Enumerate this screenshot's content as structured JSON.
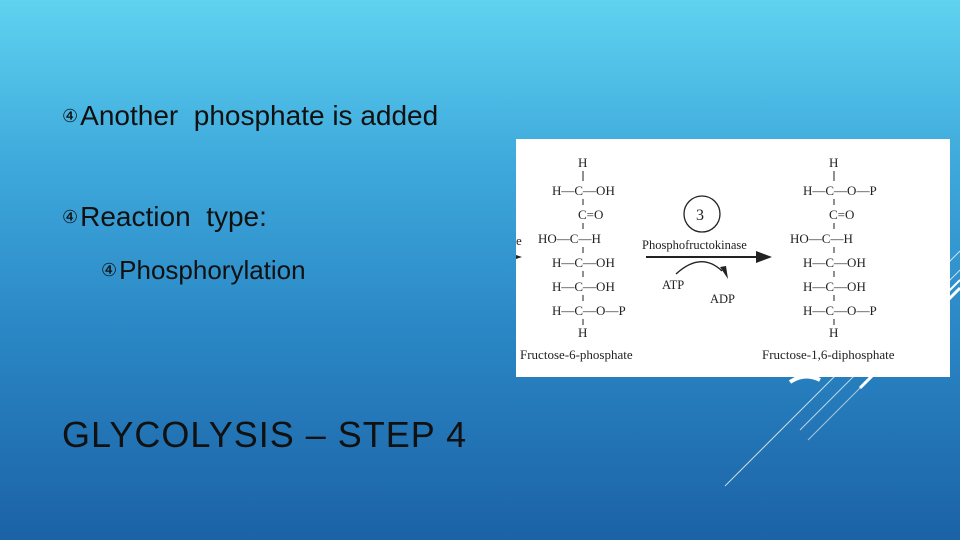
{
  "bullets": [
    {
      "marker": "④",
      "text": "Another  phosphate is added"
    },
    {
      "marker": "④",
      "text": "Reaction  type:"
    },
    {
      "marker": "④",
      "text": "Phosphorylation"
    }
  ],
  "title": "GLYCOLYSIS – STEP 4",
  "diagram": {
    "edge_glyph": "e",
    "left_molecule": {
      "top_h": "H",
      "rows": [
        "H—C—OH",
        "C=O",
        "HO—C—H",
        "H—C—OH",
        "H—C—OH",
        "H—C—O—P"
      ],
      "bottom_h": "H",
      "name": "Fructose-6-phosphate"
    },
    "right_molecule": {
      "top_h": "H",
      "rows": [
        "H—C—O—P",
        "C=O",
        "HO—C—H",
        "H—C—OH",
        "H—C—OH",
        "H—C—O—P"
      ],
      "bottom_h": "H",
      "name": "Fructose-1,6-diphosphate"
    },
    "step_number": "3",
    "enzyme": "Phosphofructokinase",
    "cofactor_in": "ATP",
    "cofactor_out": "ADP"
  }
}
